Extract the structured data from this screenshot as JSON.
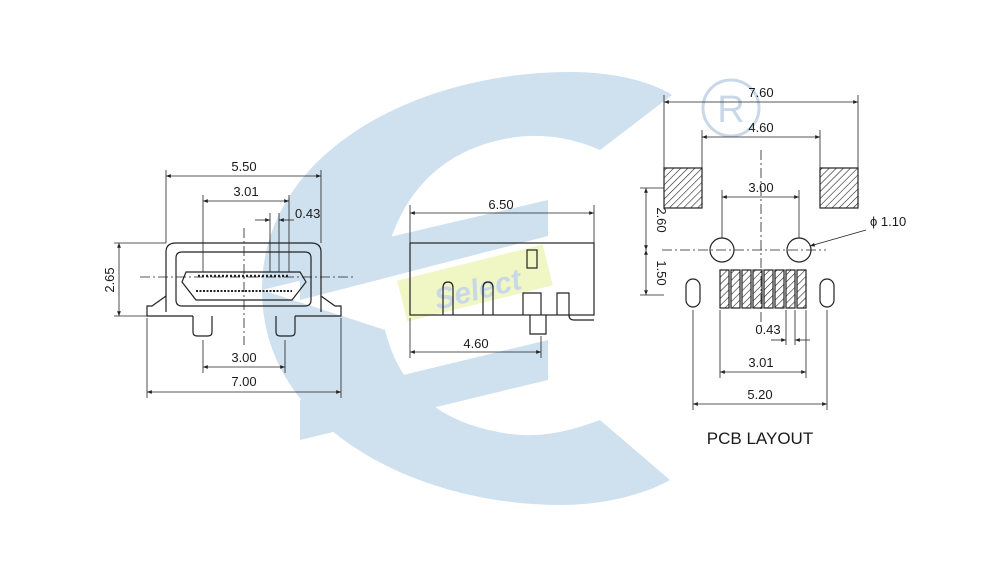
{
  "front_view": {
    "width_outer": "5.50",
    "width_inner": "3.01",
    "pin_pitch": "0.43",
    "height": "2.65",
    "leg_spacing": "3.00",
    "overall_width": "7.00"
  },
  "side_view": {
    "length": "6.50",
    "lead_to_post": "4.60"
  },
  "pcb_layout": {
    "title": "PCB LAYOUT",
    "pad_span_outer": "7.60",
    "pad_span_inner": "4.60",
    "hole_spacing": "3.00",
    "pad_to_hole": "2.60",
    "hole_to_pins": "1.50",
    "hole_diameter": "ϕ 1.10",
    "pin_pitch": "0.43",
    "pin_span": "3.01",
    "slot_span": "5.20"
  },
  "watermark": {
    "brand_text": "Select",
    "registered_mark": "R",
    "colors": {
      "swoosh": "#cfe0ef",
      "brand_band": "#f0f7c4",
      "brand_text": "#c8d8e8"
    }
  }
}
